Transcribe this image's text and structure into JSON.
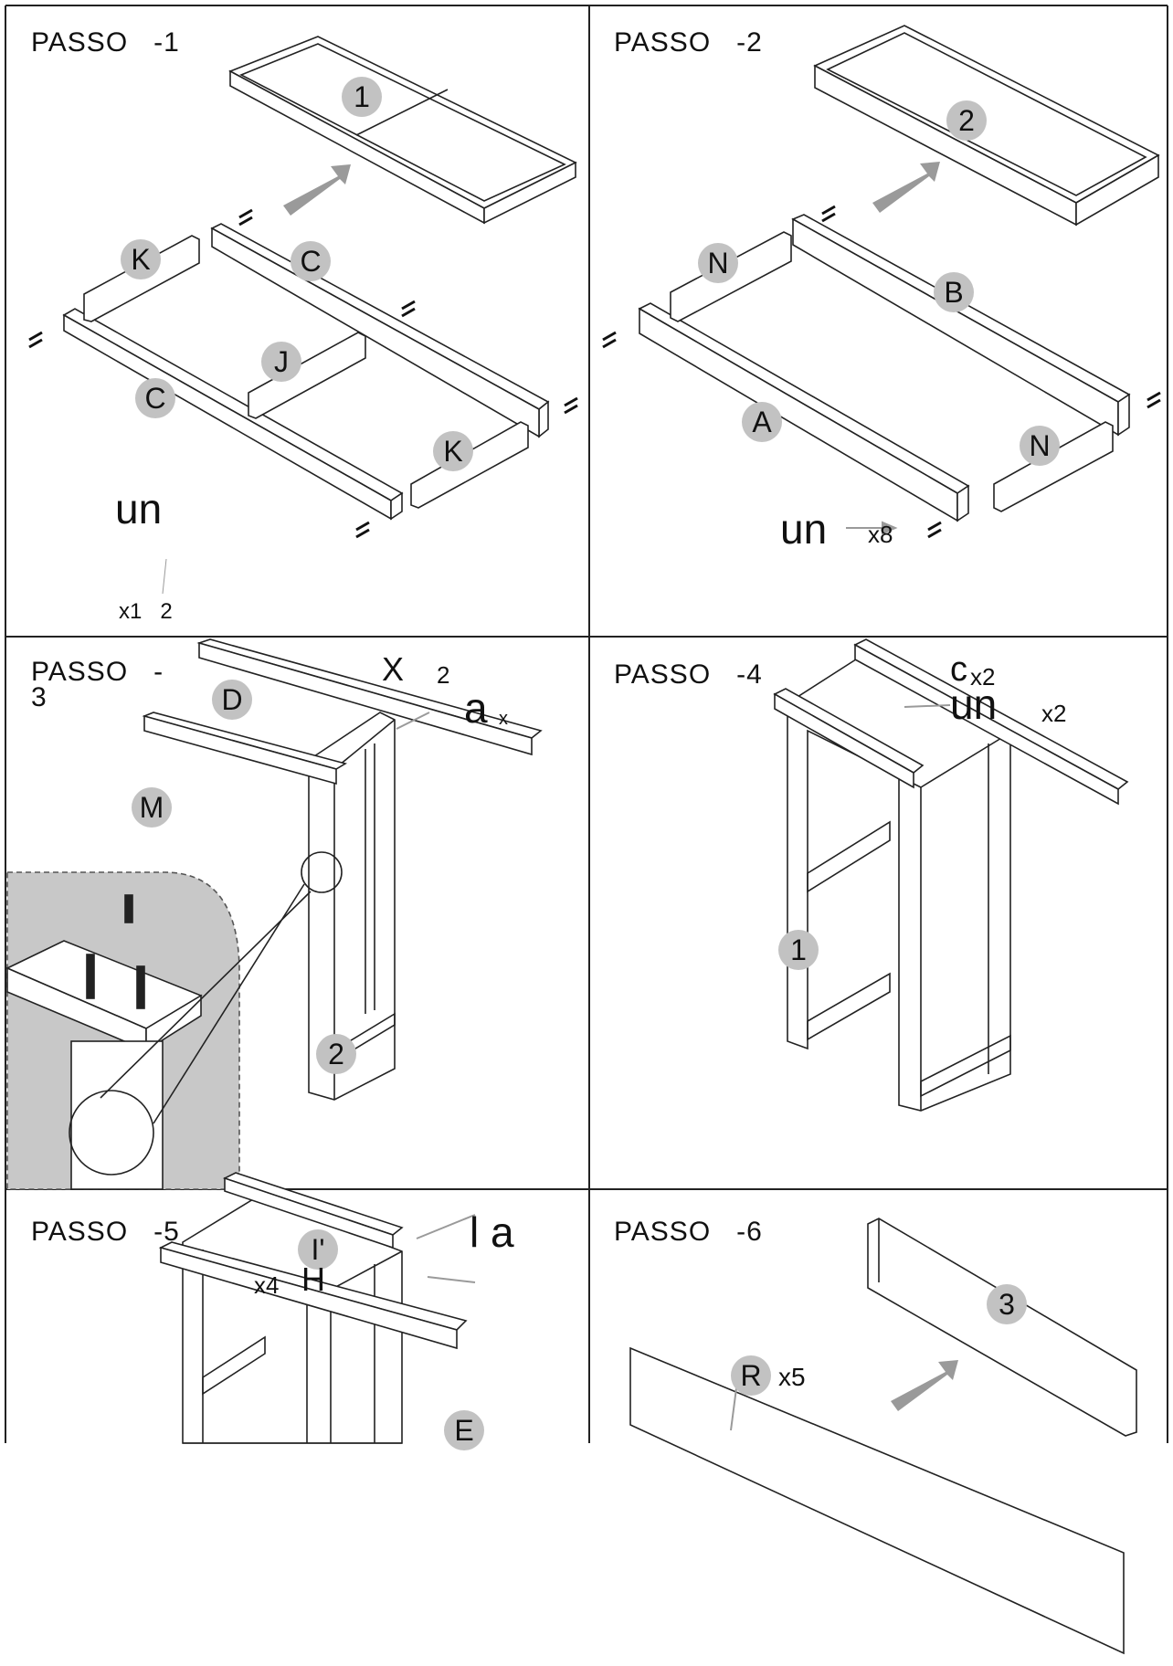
{
  "steps": [
    {
      "title": "PASSO   -1"
    },
    {
      "title": "PASSO   -2"
    },
    {
      "title": "PASSO   -\n3"
    },
    {
      "title": "PASSO   -4"
    },
    {
      "title": "PASSO   -5"
    },
    {
      "title": "PASSO   -6"
    }
  ],
  "step1": {
    "badge_box": "1",
    "parts": [
      "K",
      "C",
      "J",
      "C",
      "K"
    ],
    "qty_word": "un",
    "qty_text": "x1   2"
  },
  "step2": {
    "badge_box": "2",
    "parts": [
      "N",
      "B",
      "A",
      "N"
    ],
    "qty_word": "un",
    "qty_text": "x8"
  },
  "step3": {
    "parts": [
      "D",
      "M"
    ],
    "badge_side": "2",
    "qty_x": "X",
    "qty_num": "2",
    "qty_a": "a",
    "qty_ax": "x"
  },
  "step4": {
    "badge_frame": "1",
    "qty_c": "c",
    "qty_cx": "x2",
    "qty_word": "un",
    "qty_num": "x2"
  },
  "step5": {
    "badge_top": "I'",
    "qty_x4": "x4",
    "qty_h": "H",
    "qty_la": "l a",
    "part": "E"
  },
  "step6": {
    "badge_panel": "3",
    "part": "R",
    "qty": "x5"
  },
  "colors": {
    "badge": "#c2c2c2",
    "line": "#222222",
    "arrow": "#9a9a9a",
    "inset": "#c8c8c8"
  }
}
